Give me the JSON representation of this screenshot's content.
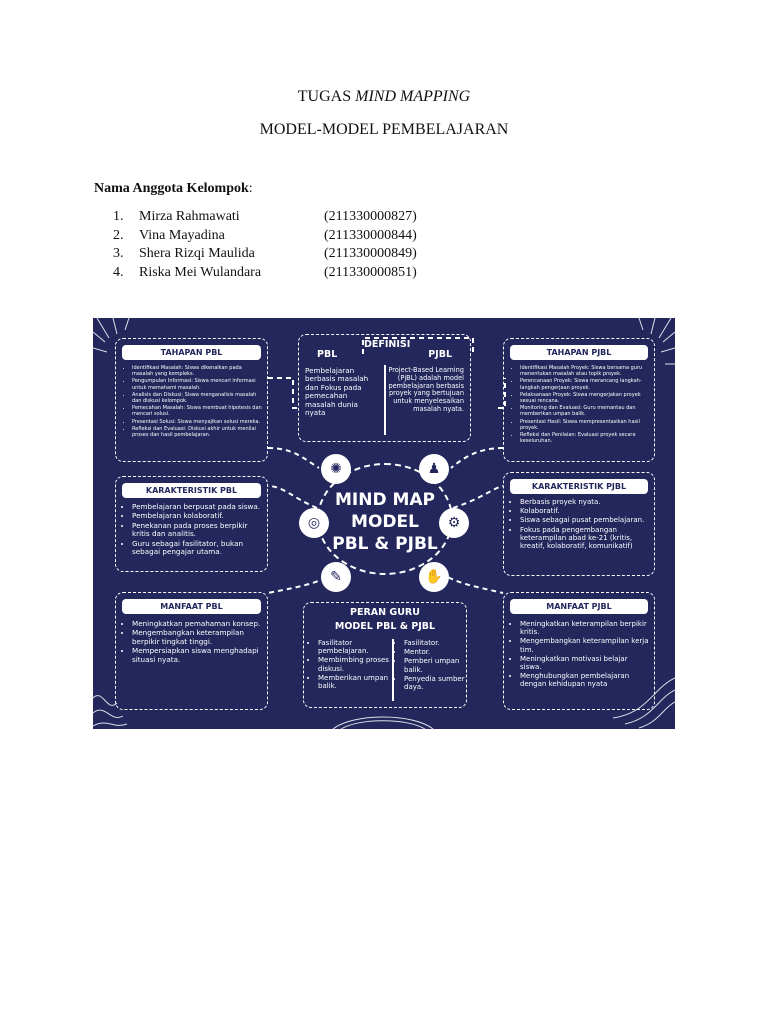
{
  "header": {
    "title_prefix": "TUGAS ",
    "title_italic": "MIND MAPPING",
    "subtitle": "MODEL-MODEL PEMBELAJARAN"
  },
  "members": {
    "label": "Nama Anggota Kelompok",
    "colon": ":",
    "list": [
      {
        "num": "1.",
        "name": "Mirza Rahmawati",
        "id": "(211330000827)"
      },
      {
        "num": "2.",
        "name": "Vina Mayadina",
        "id": "(211330000844)"
      },
      {
        "num": "3.",
        "name": "Shera Rizqi Maulida",
        "id": "(211330000849)"
      },
      {
        "num": "4.",
        "name": "Riska Mei Wulandara",
        "id": "(211330000851)"
      }
    ]
  },
  "mindmap": {
    "colors": {
      "background": "#23275c",
      "foreground": "#ffffff"
    },
    "center": {
      "line1": "MIND MAP",
      "line2": "MODEL",
      "line3": "PBL & PJBL"
    },
    "definisi": {
      "title": "DEFINISI",
      "pbl_label": "PBL",
      "pjbl_label": "PJBL",
      "pbl_text": "Pembelajaran berbasis masalah dan Fokus pada pemecahan masalah dunia nyata",
      "pjbl_text": "Project-Based Learning (PjBL) adalah model pembelajaran berbasis proyek yang bertujuan untuk menyelesaikan masalah nyata."
    },
    "tahapan_pbl": {
      "title": "TAHAPAN PBL",
      "items": [
        "Identifikasi Masalah: Siswa dikenalkan pada masalah yang kompleks.",
        "Pengumpulan Informasi: Siswa mencari informasi untuk memahami masalah.",
        "Analisis dan Diskusi: Siswa menganalisis masalah dan diskusi kelompok.",
        "Pemecahan Masalah: Siswa membuat hipotesis dan mencari solusi.",
        "Presentasi Solusi: Siswa menyajikan solusi mereka.",
        "Refleksi dan Evaluasi: Diskusi akhir untuk menilai proses dan hasil pembelajaran."
      ]
    },
    "tahapan_pjbl": {
      "title": "TAHAPAN PJBL",
      "items": [
        "Identifikasi Masalah Proyek: Siswa bersama guru menentukan masalah atau topik proyek.",
        "Perencanaan Proyek: Siswa merancang langkah-langkah pengerjaan proyek.",
        "Pelaksanaan Proyek: Siswa mengerjakan proyek sesuai rencana.",
        "Monitoring dan Evaluasi: Guru memantau dan memberikan umpan balik.",
        "Presentasi Hasil: Siswa mempresentasikan hasil proyek.",
        "Refleksi dan Penilaian: Evaluasi proyek secara keseluruhan."
      ]
    },
    "karakteristik_pbl": {
      "title": "KARAKTERISTIK PBL",
      "items": [
        "Pembelajaran berpusat pada siswa.",
        "Pembelajaran kolaboratif.",
        "Penekanan pada proses berpikir kritis dan analitis.",
        "Guru sebagai fasilitator, bukan sebagai pengajar utama."
      ]
    },
    "karakteristik_pjbl": {
      "title": "KARAKTERISTIK PJBL",
      "items": [
        "Berbasis proyek nyata.",
        "Kolaboratif.",
        "Siswa sebagai pusat pembelajaran.",
        "Fokus pada pengembangan keterampilan abad ke-21 (kritis, kreatif, kolaboratif, komunikatif)"
      ]
    },
    "manfaat_pbl": {
      "title": "MANFAAT PBL",
      "items": [
        "Meningkatkan pemahaman konsep.",
        "Mengembangkan keterampilan berpikir tingkat tinggi.",
        "Mempersiapkan siswa menghadapi situasi nyata."
      ]
    },
    "manfaat_pjbl": {
      "title": "MANFAAT PJBL",
      "items": [
        "Meningkatkan keterampilan berpikir kritis.",
        "Mengembangkan keterampilan kerja tim.",
        "Meningkatkan motivasi belajar siswa.",
        "Menghubungkan pembelajaran dengan kehidupan nyata"
      ]
    },
    "peran_guru": {
      "title1": "PERAN GURU",
      "title2": "MODEL PBL & PJBL",
      "pbl_items": [
        "Fasilitator pembelajaran.",
        "Membimbing proses diskusi.",
        "Memberikan umpan balik."
      ],
      "pjbl_items": [
        "Fasilitator.",
        "Mentor.",
        "Pemberi umpan balik.",
        "Penyedia sumber daya."
      ]
    },
    "icons": [
      "lightbulb-icon",
      "people-icon",
      "target-icon",
      "head-gear-icon",
      "tools-icon",
      "hands-icon"
    ]
  }
}
